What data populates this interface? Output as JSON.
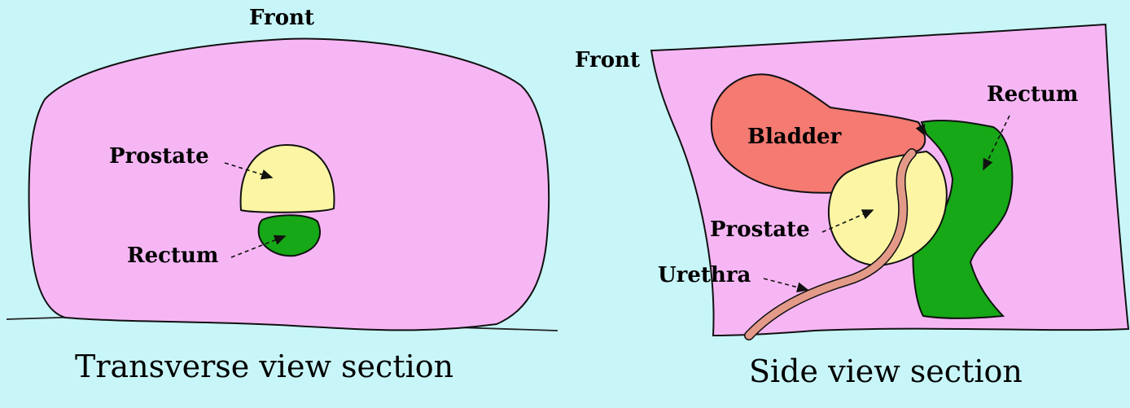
{
  "colors": {
    "background": "#c8f6f8",
    "tissue": "#f6b6f4",
    "prostate": "#fcf6a4",
    "rectum": "#16a816",
    "bladder": "#f47a72",
    "urethra": "#e49a88"
  },
  "transverse": {
    "front_label": "Front",
    "prostate_label": "Prostate",
    "rectum_label": "Rectum",
    "caption": "Transverse view section"
  },
  "side": {
    "front_label": "Front",
    "bladder_label": "Bladder",
    "rectum_label": "Rectum",
    "prostate_label": "Prostate",
    "urethra_label": "Urethra",
    "caption": "Side view section"
  }
}
